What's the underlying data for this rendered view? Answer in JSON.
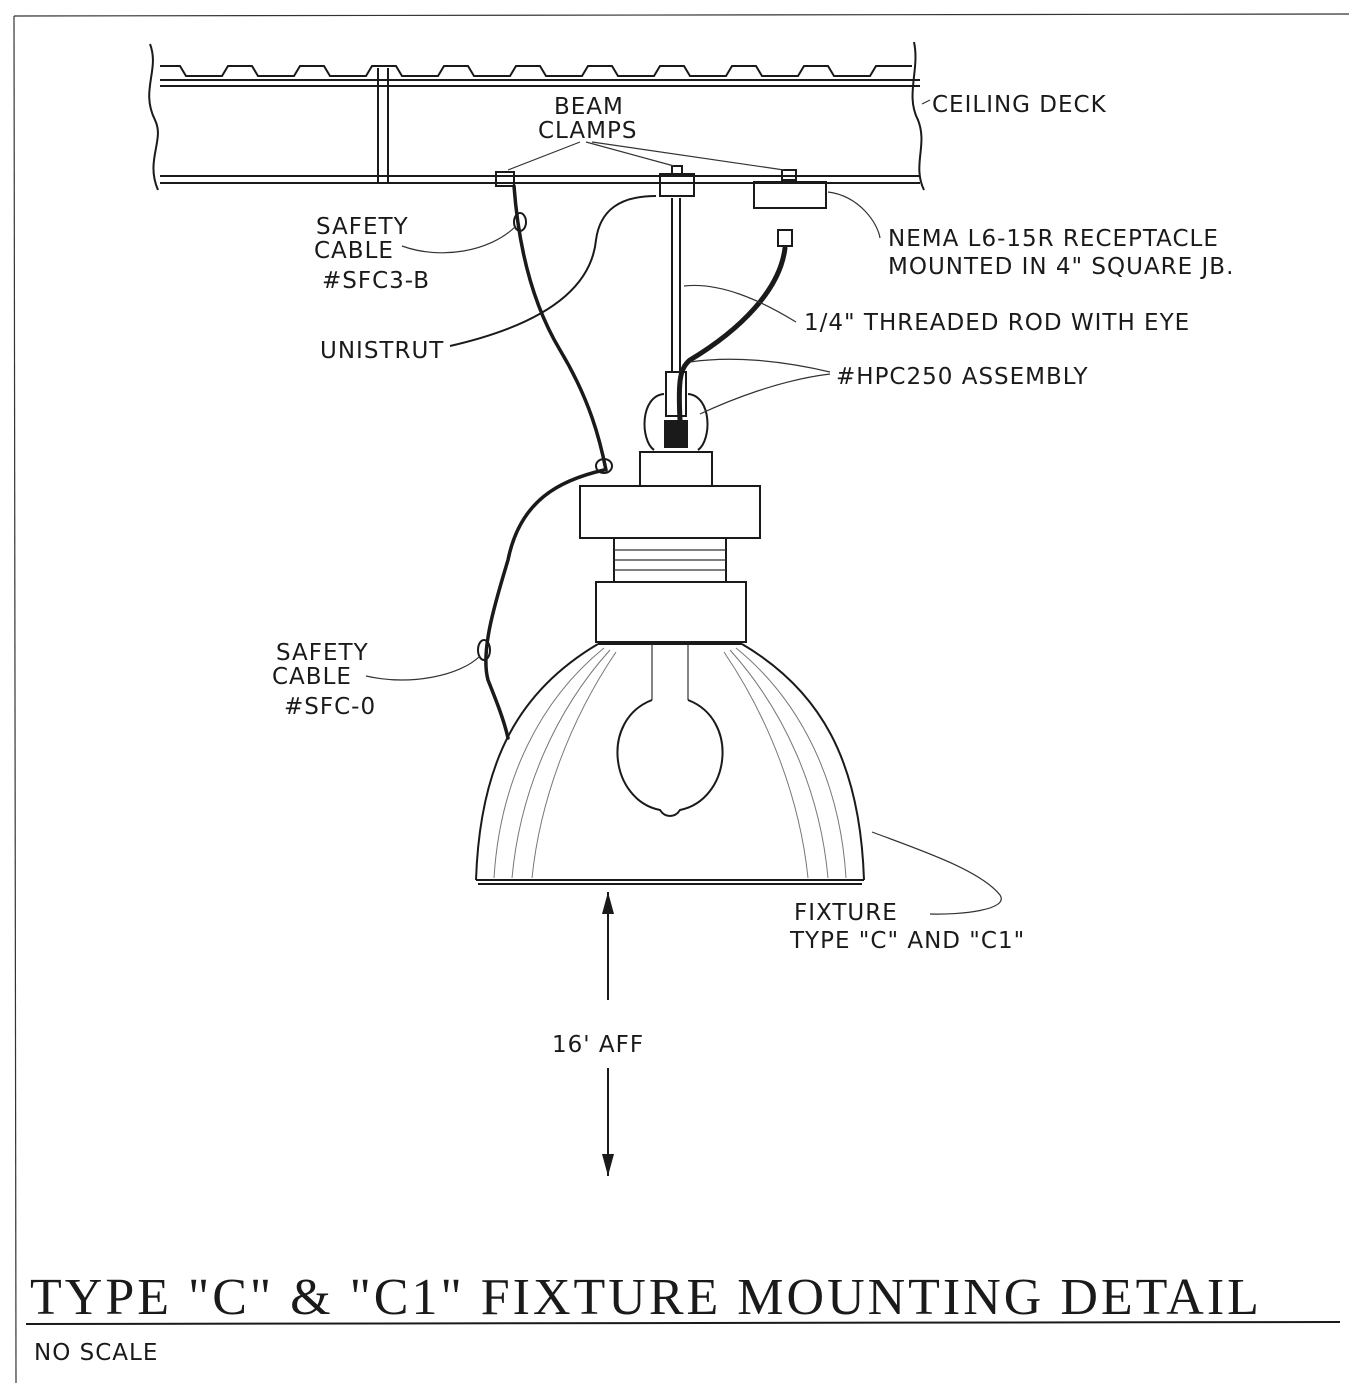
{
  "labels": {
    "ceiling_deck": "CEILING DECK",
    "beam_clamps_1": "BEAM",
    "beam_clamps_2": "CLAMPS",
    "safety_cable_top_1": "SAFETY",
    "safety_cable_top_2": "CABLE",
    "safety_cable_top_3": "#SFC3-B",
    "unistrut": "UNISTRUT",
    "receptacle_1": "NEMA L6-15R RECEPTACLE",
    "receptacle_2": "MOUNTED IN 4\" SQUARE JB.",
    "threaded_rod": "1/4\" THREADED ROD WITH EYE",
    "hpc_assembly": "#HPC250 ASSEMBLY",
    "safety_cable_bottom_1": "SAFETY",
    "safety_cable_bottom_2": "CABLE",
    "safety_cable_bottom_3": "#SFC-0",
    "fixture_1": "FIXTURE",
    "fixture_2": "TYPE \"C\" AND \"C1\"",
    "height": "16' AFF"
  },
  "title": "TYPE \"C\" & \"C1\" FIXTURE MOUNTING DETAIL",
  "subtitle": "NO SCALE"
}
